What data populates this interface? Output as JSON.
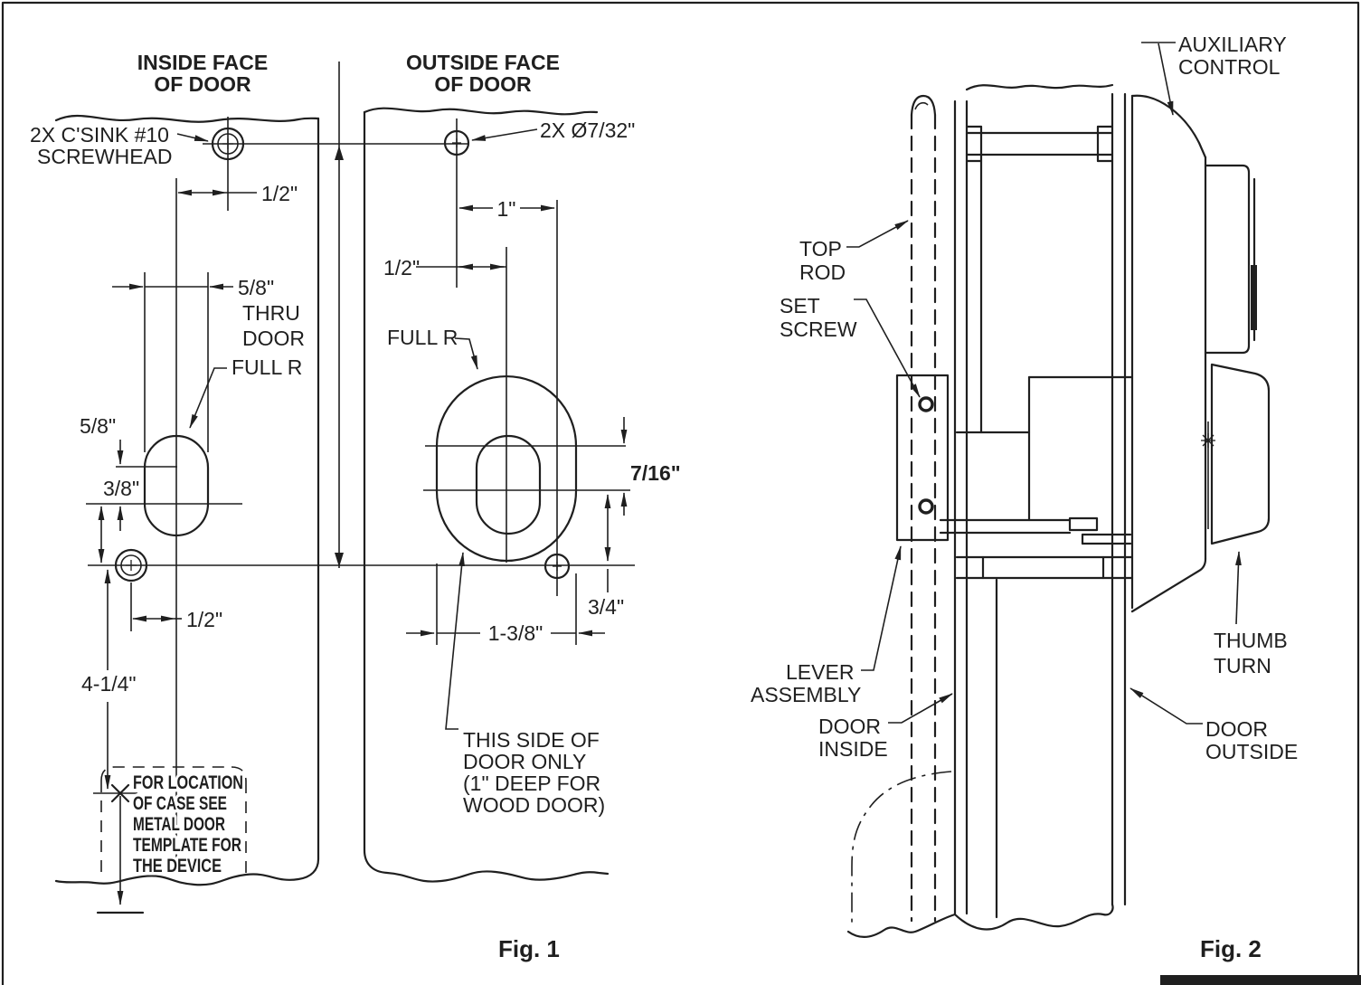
{
  "colors": {
    "ink": "#1f1f1f",
    "background": "#ffffff"
  },
  "fig1": {
    "titles": {
      "inside": [
        "INSIDE FACE",
        "OF DOOR"
      ],
      "outside": [
        "OUTSIDE FACE",
        "OF DOOR"
      ]
    },
    "callouts": {
      "screwhead": [
        "2X C'SINK #10",
        "SCREWHEAD"
      ],
      "drill": "2X Ø7/32\"",
      "full_r_inside": "FULL R",
      "full_r_outside": "FULL R",
      "thru": [
        "5/8\"",
        "THRU",
        "DOOR"
      ],
      "case_note": [
        "FOR LOCATION",
        "OF CASE SEE",
        "METAL DOOR",
        "TEMPLATE FOR",
        "THE DEVICE"
      ],
      "side_note": [
        "THIS SIDE OF",
        "DOOR ONLY",
        "(1\" DEEP FOR",
        "WOOD DOOR)"
      ]
    },
    "dims": {
      "top_offset": "1/2\"",
      "hole_spacing": "1\"",
      "outside_offset": "1/2\"",
      "spindle_above": "5/8\"",
      "spindle_gap": "3/8\"",
      "slot": "7/16\"",
      "below_slot": "3/4\"",
      "oval_width": "1-3/8\"",
      "lower_offset": "1/2\"",
      "case_drop": "4-1/4\""
    },
    "fig_label": "Fig. 1"
  },
  "fig2": {
    "labels": {
      "auxiliary_control": [
        "AUXILIARY",
        "CONTROL"
      ],
      "top_rod": [
        "TOP",
        "ROD"
      ],
      "set_screw": [
        "SET",
        "SCREW"
      ],
      "lever_assembly": [
        "LEVER",
        "ASSEMBLY"
      ],
      "door_inside": [
        "DOOR",
        "INSIDE"
      ],
      "thumb_turn": [
        "THUMB",
        "TURN"
      ],
      "door_outside": [
        "DOOR",
        "OUTSIDE"
      ]
    },
    "fig_label": "Fig. 2"
  }
}
